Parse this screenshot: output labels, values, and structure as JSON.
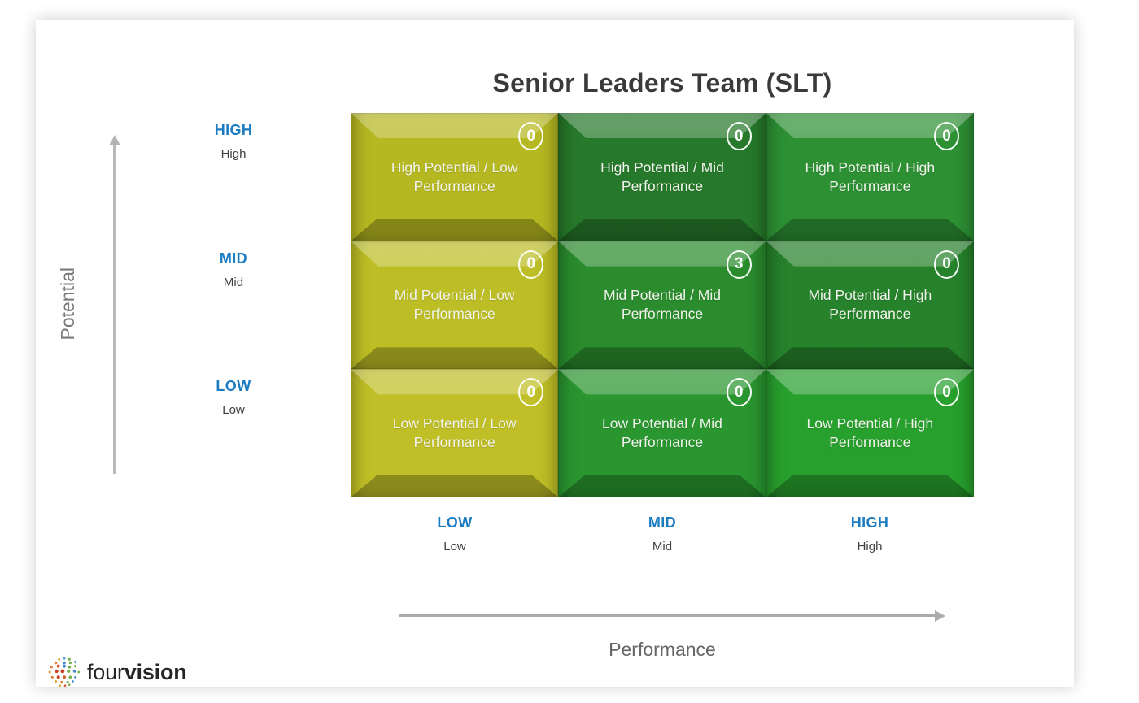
{
  "title": "Senior Leaders Team (SLT)",
  "y_axis": {
    "label": "Potential",
    "ticks": [
      {
        "primary": "HIGH",
        "secondary": "High"
      },
      {
        "primary": "MID",
        "secondary": "Mid"
      },
      {
        "primary": "LOW",
        "secondary": "Low"
      }
    ]
  },
  "x_axis": {
    "label": "Performance",
    "ticks": [
      {
        "primary": "LOW",
        "secondary": "Low"
      },
      {
        "primary": "MID",
        "secondary": "Mid"
      },
      {
        "primary": "HIGH",
        "secondary": "High"
      }
    ]
  },
  "cells": [
    {
      "label": "High Potential / Low Performance",
      "count": "0",
      "color": "#b6b821"
    },
    {
      "label": "High Potential / Mid Performance",
      "count": "0",
      "color": "#26792a"
    },
    {
      "label": "High Potential / High Performance",
      "count": "0",
      "color": "#2d9134"
    },
    {
      "label": "Mid Potential / Low Performance",
      "count": "0",
      "color": "#bdbe25"
    },
    {
      "label": "Mid Potential / Mid Performance",
      "count": "3",
      "color": "#2a8c2d"
    },
    {
      "label": "Mid Potential / High Performance",
      "count": "0",
      "color": "#26822b"
    },
    {
      "label": "Low Potential / Low Performance",
      "count": "0",
      "color": "#c0bf27"
    },
    {
      "label": "Low Potential / Mid Performance",
      "count": "0",
      "color": "#2a9630"
    },
    {
      "label": "Low Potential / High Performance",
      "count": "0",
      "color": "#28a02d"
    }
  ],
  "logo": {
    "text_regular": "four",
    "text_bold": "vision",
    "icon": "fourvision-dots-icon"
  },
  "colors": {
    "tick_blue": "#1c7cc2",
    "axis_gray": "#ababab",
    "title_gray": "#3a3a3a"
  },
  "chart_data": {
    "type": "heatmap",
    "title": "Senior Leaders Team (SLT)",
    "xlabel": "Performance",
    "ylabel": "Potential",
    "x_categories": [
      "Low",
      "Mid",
      "High"
    ],
    "y_categories": [
      "High",
      "Mid",
      "Low"
    ],
    "values_by_row_top_to_bottom": [
      [
        0,
        0,
        0
      ],
      [
        0,
        3,
        0
      ],
      [
        0,
        0,
        0
      ]
    ],
    "cell_labels_by_row_top_to_bottom": [
      [
        "High Potential / Low Performance",
        "High Potential / Mid Performance",
        "High Potential / High Performance"
      ],
      [
        "Mid Potential / Low Performance",
        "Mid Potential / Mid Performance",
        "Mid Potential / High Performance"
      ],
      [
        "Low Potential / Low Performance",
        "Low Potential / Mid Performance",
        "Low Potential / High Performance"
      ]
    ],
    "cell_colors_by_row_top_to_bottom": [
      [
        "#b6b821",
        "#26792a",
        "#2d9134"
      ],
      [
        "#bdbe25",
        "#2a8c2d",
        "#26822b"
      ],
      [
        "#c0bf27",
        "#2a9630",
        "#28a02d"
      ]
    ],
    "legend_position": "none",
    "grid": false
  }
}
